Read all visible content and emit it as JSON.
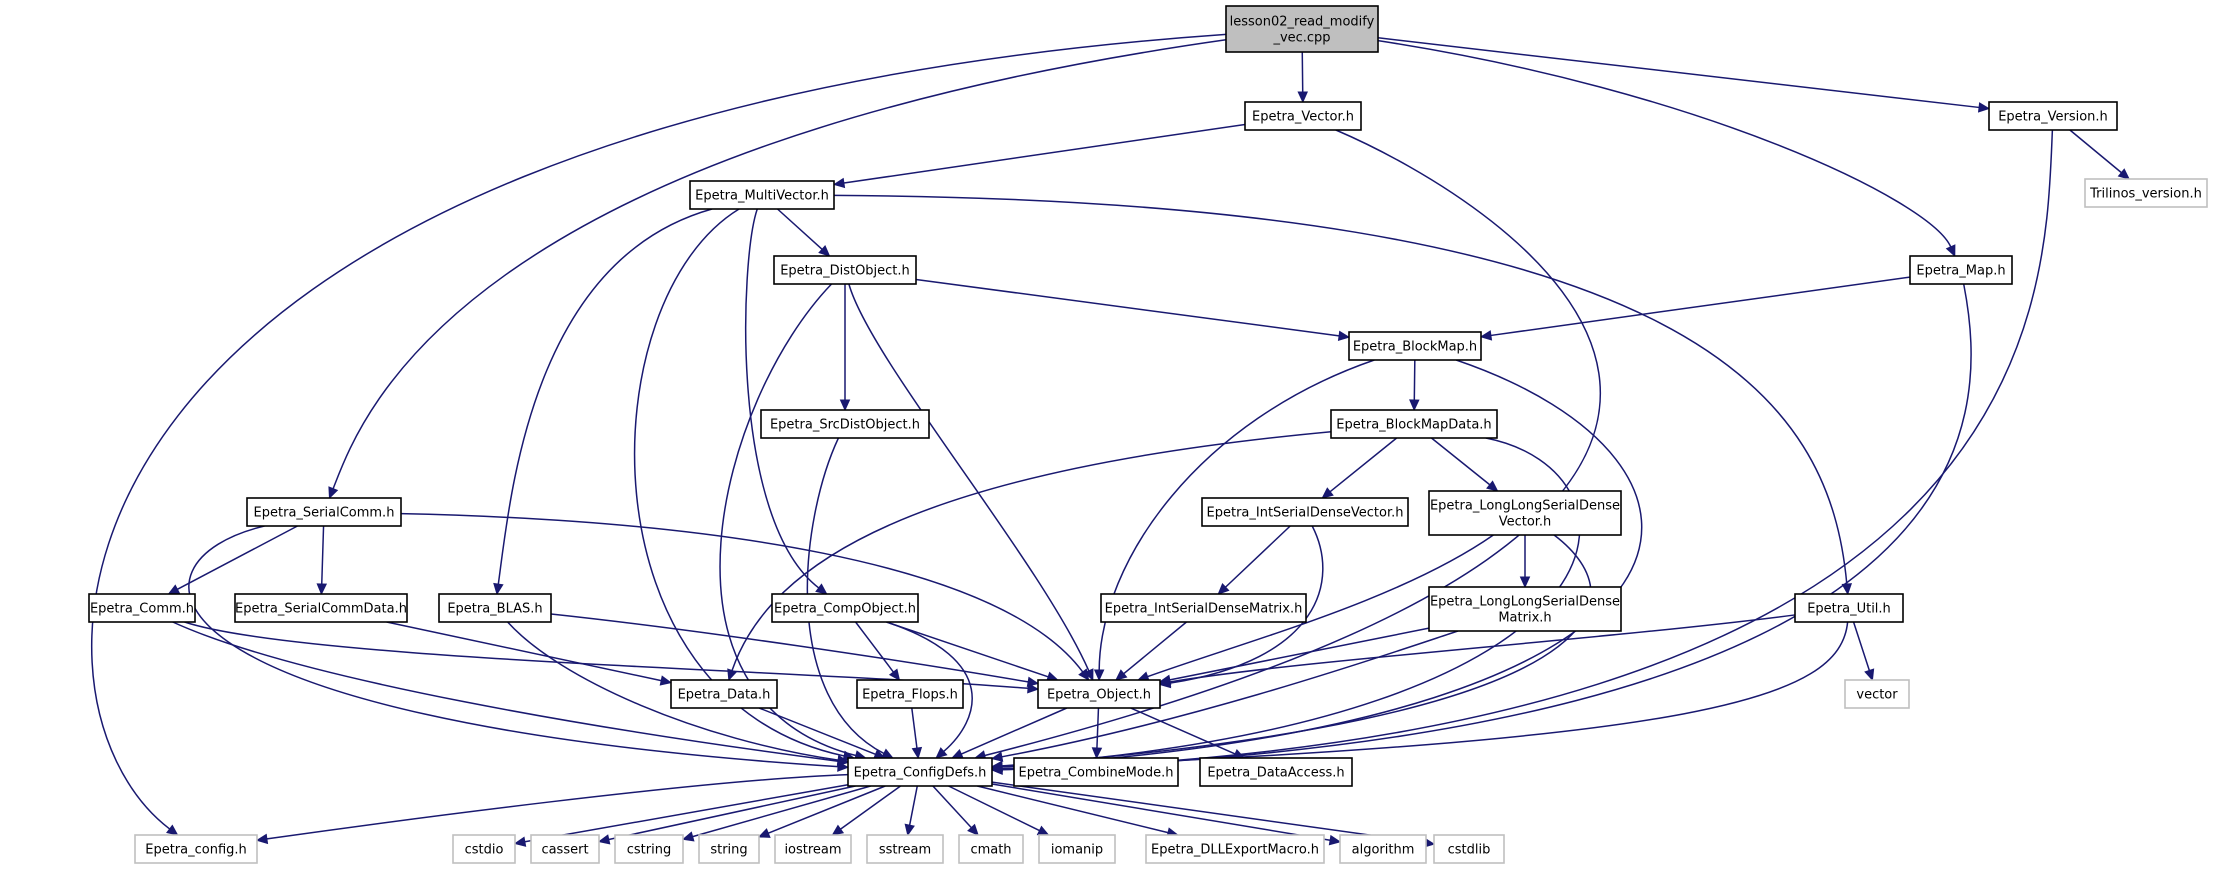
{
  "graph": {
    "colors": {
      "edge": "#191970",
      "node_border": "#000000",
      "external_border": "#bfbfbf",
      "root_fill": "#bfbfbf",
      "node_fill": "#ffffff"
    },
    "nodes": [
      {
        "id": "root",
        "lines": [
          "lesson02_read_modify",
          "_vec.cpp"
        ],
        "kind": "root"
      },
      {
        "id": "vector",
        "lines": [
          "Epetra_Vector.h"
        ],
        "kind": "header"
      },
      {
        "id": "version",
        "lines": [
          "Epetra_Version.h"
        ],
        "kind": "header"
      },
      {
        "id": "trilinos",
        "lines": [
          "Trilinos_version.h"
        ],
        "kind": "external"
      },
      {
        "id": "multivector",
        "lines": [
          "Epetra_MultiVector.h"
        ],
        "kind": "header"
      },
      {
        "id": "map",
        "lines": [
          "Epetra_Map.h"
        ],
        "kind": "header"
      },
      {
        "id": "distobject",
        "lines": [
          "Epetra_DistObject.h"
        ],
        "kind": "header"
      },
      {
        "id": "blockmap",
        "lines": [
          "Epetra_BlockMap.h"
        ],
        "kind": "header"
      },
      {
        "id": "srcdistobject",
        "lines": [
          "Epetra_SrcDistObject.h"
        ],
        "kind": "header"
      },
      {
        "id": "blockmapdata",
        "lines": [
          "Epetra_BlockMapData.h"
        ],
        "kind": "header"
      },
      {
        "id": "serialcomm",
        "lines": [
          "Epetra_SerialComm.h"
        ],
        "kind": "header"
      },
      {
        "id": "intsdv",
        "lines": [
          "Epetra_IntSerialDenseVector.h"
        ],
        "kind": "header"
      },
      {
        "id": "llsdv",
        "lines": [
          "Epetra_LongLongSerialDense",
          "Vector.h"
        ],
        "kind": "header"
      },
      {
        "id": "comm",
        "lines": [
          "Epetra_Comm.h"
        ],
        "kind": "header"
      },
      {
        "id": "serialcommdata",
        "lines": [
          "Epetra_SerialCommData.h"
        ],
        "kind": "header"
      },
      {
        "id": "blas",
        "lines": [
          "Epetra_BLAS.h"
        ],
        "kind": "header"
      },
      {
        "id": "compobject",
        "lines": [
          "Epetra_CompObject.h"
        ],
        "kind": "header"
      },
      {
        "id": "intsdm",
        "lines": [
          "Epetra_IntSerialDenseMatrix.h"
        ],
        "kind": "header"
      },
      {
        "id": "llsdm",
        "lines": [
          "Epetra_LongLongSerialDense",
          "Matrix.h"
        ],
        "kind": "header"
      },
      {
        "id": "util",
        "lines": [
          "Epetra_Util.h"
        ],
        "kind": "header"
      },
      {
        "id": "data",
        "lines": [
          "Epetra_Data.h"
        ],
        "kind": "header"
      },
      {
        "id": "flops",
        "lines": [
          "Epetra_Flops.h"
        ],
        "kind": "header"
      },
      {
        "id": "object",
        "lines": [
          "Epetra_Object.h"
        ],
        "kind": "header"
      },
      {
        "id": "vectorstd",
        "lines": [
          "vector"
        ],
        "kind": "external"
      },
      {
        "id": "configdefs",
        "lines": [
          "Epetra_ConfigDefs.h"
        ],
        "kind": "header"
      },
      {
        "id": "combinemode",
        "lines": [
          "Epetra_CombineMode.h"
        ],
        "kind": "header"
      },
      {
        "id": "dataaccess",
        "lines": [
          "Epetra_DataAccess.h"
        ],
        "kind": "header"
      },
      {
        "id": "config",
        "lines": [
          "Epetra_config.h"
        ],
        "kind": "external"
      },
      {
        "id": "cstdio",
        "lines": [
          "cstdio"
        ],
        "kind": "external"
      },
      {
        "id": "cassert",
        "lines": [
          "cassert"
        ],
        "kind": "external"
      },
      {
        "id": "cstring",
        "lines": [
          "cstring"
        ],
        "kind": "external"
      },
      {
        "id": "string",
        "lines": [
          "string"
        ],
        "kind": "external"
      },
      {
        "id": "iostream",
        "lines": [
          "iostream"
        ],
        "kind": "external"
      },
      {
        "id": "sstream",
        "lines": [
          "sstream"
        ],
        "kind": "external"
      },
      {
        "id": "cmath",
        "lines": [
          "cmath"
        ],
        "kind": "external"
      },
      {
        "id": "iomanip",
        "lines": [
          "iomanip"
        ],
        "kind": "external"
      },
      {
        "id": "dllexport",
        "lines": [
          "Epetra_DLLExportMacro.h"
        ],
        "kind": "external"
      },
      {
        "id": "algorithm",
        "lines": [
          "algorithm"
        ],
        "kind": "external"
      },
      {
        "id": "cstdlib",
        "lines": [
          "cstdlib"
        ],
        "kind": "external"
      }
    ],
    "edges": [
      [
        "root",
        "vector"
      ],
      [
        "root",
        "version"
      ],
      [
        "root",
        "map"
      ],
      [
        "root",
        "serialcomm"
      ],
      [
        "root",
        "config"
      ],
      [
        "vector",
        "multivector"
      ],
      [
        "vector",
        "configdefs"
      ],
      [
        "version",
        "trilinos"
      ],
      [
        "version",
        "configdefs"
      ],
      [
        "multivector",
        "distobject"
      ],
      [
        "multivector",
        "compobject"
      ],
      [
        "multivector",
        "blas"
      ],
      [
        "multivector",
        "configdefs"
      ],
      [
        "multivector",
        "util"
      ],
      [
        "map",
        "blockmap"
      ],
      [
        "map",
        "configdefs"
      ],
      [
        "distobject",
        "blockmap"
      ],
      [
        "distobject",
        "srcdistobject"
      ],
      [
        "distobject",
        "object"
      ],
      [
        "distobject",
        "configdefs"
      ],
      [
        "blockmap",
        "blockmapdata"
      ],
      [
        "blockmap",
        "object"
      ],
      [
        "blockmap",
        "configdefs"
      ],
      [
        "srcdistobject",
        "configdefs"
      ],
      [
        "blockmapdata",
        "intsdv"
      ],
      [
        "blockmapdata",
        "llsdv"
      ],
      [
        "blockmapdata",
        "data"
      ],
      [
        "blockmapdata",
        "configdefs"
      ],
      [
        "serialcomm",
        "comm"
      ],
      [
        "serialcomm",
        "serialcommdata"
      ],
      [
        "serialcomm",
        "object"
      ],
      [
        "serialcomm",
        "configdefs"
      ],
      [
        "intsdv",
        "intsdm"
      ],
      [
        "intsdv",
        "object"
      ],
      [
        "llsdv",
        "llsdm"
      ],
      [
        "llsdv",
        "object"
      ],
      [
        "llsdv",
        "configdefs"
      ],
      [
        "comm",
        "object"
      ],
      [
        "comm",
        "configdefs"
      ],
      [
        "serialcommdata",
        "data"
      ],
      [
        "blas",
        "object"
      ],
      [
        "blas",
        "configdefs"
      ],
      [
        "compobject",
        "flops"
      ],
      [
        "compobject",
        "object"
      ],
      [
        "compobject",
        "configdefs"
      ],
      [
        "intsdm",
        "object"
      ],
      [
        "llsdm",
        "object"
      ],
      [
        "llsdm",
        "configdefs"
      ],
      [
        "util",
        "object"
      ],
      [
        "util",
        "vectorstd"
      ],
      [
        "util",
        "configdefs"
      ],
      [
        "data",
        "configdefs"
      ],
      [
        "flops",
        "configdefs"
      ],
      [
        "object",
        "configdefs"
      ],
      [
        "object",
        "combinemode"
      ],
      [
        "object",
        "dataaccess"
      ],
      [
        "configdefs",
        "config"
      ],
      [
        "configdefs",
        "cstdio"
      ],
      [
        "configdefs",
        "cassert"
      ],
      [
        "configdefs",
        "cstring"
      ],
      [
        "configdefs",
        "string"
      ],
      [
        "configdefs",
        "iostream"
      ],
      [
        "configdefs",
        "sstream"
      ],
      [
        "configdefs",
        "cmath"
      ],
      [
        "configdefs",
        "iomanip"
      ],
      [
        "configdefs",
        "dllexport"
      ],
      [
        "configdefs",
        "algorithm"
      ],
      [
        "configdefs",
        "cstdlib"
      ]
    ]
  }
}
